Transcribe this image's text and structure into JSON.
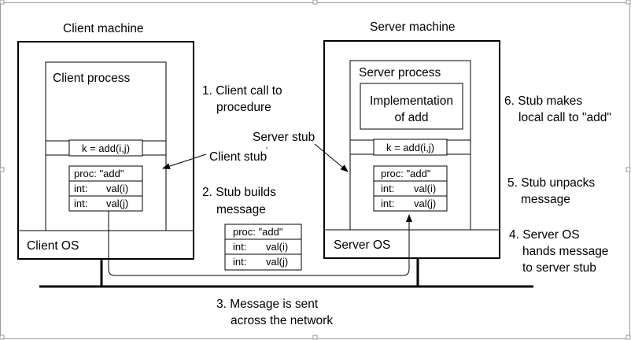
{
  "client_machine": {
    "title": "Client machine",
    "process": "Client process",
    "call": "k = add(i,j)",
    "stub_rows": [
      "proc: \"add\"",
      "int:",
      "val(i)",
      "int:",
      "val(j)"
    ],
    "os": "Client OS"
  },
  "server_machine": {
    "title": "Server machine",
    "process": "Server process",
    "impl_line1": "Implementation",
    "impl_line2": "of add",
    "call": "k = add(i,j)",
    "stub_rows": [
      "proc: \"add\"",
      "int:",
      "val(i)",
      "int:",
      "val(j)"
    ],
    "os": "Server OS"
  },
  "message": {
    "rows": [
      "proc: \"add\"",
      "int:",
      "val(i)",
      "int:",
      "val(j)"
    ]
  },
  "labels": {
    "client_stub": "Client stub",
    "server_stub": "Server stub"
  },
  "steps": {
    "s1_l1": "1. Client call to",
    "s1_l2": "procedure",
    "s2_l1": "2. Stub builds",
    "s2_l2": "message",
    "s3_l1": "3. Message is sent",
    "s3_l2": "across the network",
    "s4_l1": "4. Server OS",
    "s4_l2": "hands message",
    "s4_l3": "to server stub",
    "s5_l1": "5. Stub unpacks",
    "s5_l2": "message",
    "s6_l1": "6. Stub makes",
    "s6_l2": "local call to \"add\""
  },
  "colors": {
    "line": "#000000",
    "background": "#ffffff",
    "handle": "#9a9a9a"
  }
}
